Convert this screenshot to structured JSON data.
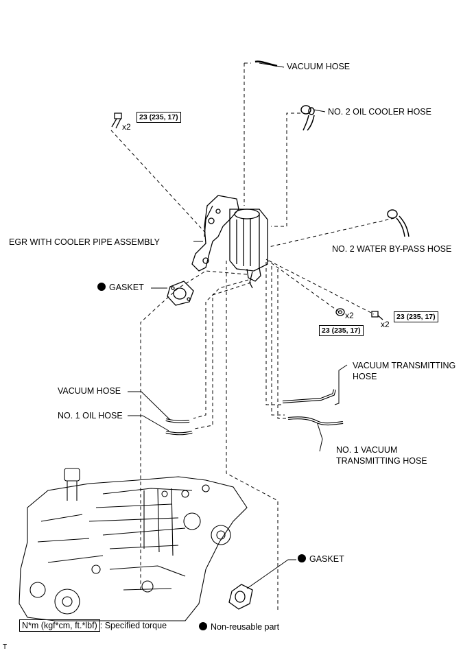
{
  "labels": {
    "vacuum_hose_top": "VACUUM HOSE",
    "no2_oil_cooler_hose": "NO. 2 OIL COOLER HOSE",
    "egr_pipe_assembly": "EGR WITH COOLER PIPE ASSEMBLY",
    "no2_water_bypass_hose": "NO. 2 WATER BY-PASS HOSE",
    "gasket_upper": "GASKET",
    "vacuum_transmitting_hose_line1": "VACUUM TRANSMITTING",
    "vacuum_transmitting_hose_line2": "HOSE",
    "vacuum_hose_lower": "VACUUM HOSE",
    "no1_oil_hose": "NO. 1 OIL HOSE",
    "no1_vacuum_transmitting_hose_line1": "NO. 1 VACUUM",
    "no1_vacuum_transmitting_hose_line2": "TRANSMITTING HOSE",
    "gasket_lower": "GASKET"
  },
  "torque": {
    "bolt_top_left": "23 (235, 17)",
    "bolt_right": "23 (235, 17)",
    "nut_middle": "23 (235, 17)"
  },
  "multipliers": {
    "bolt_top_left": "x2",
    "bolt_right": "x2",
    "nut_middle": "x2"
  },
  "legend": {
    "torque_unit": "N*m (kgf*cm, ft.*lbf)",
    "torque_desc": ": Specified torque",
    "non_reusable": "Non-reusable part"
  },
  "corner_mark": "T"
}
